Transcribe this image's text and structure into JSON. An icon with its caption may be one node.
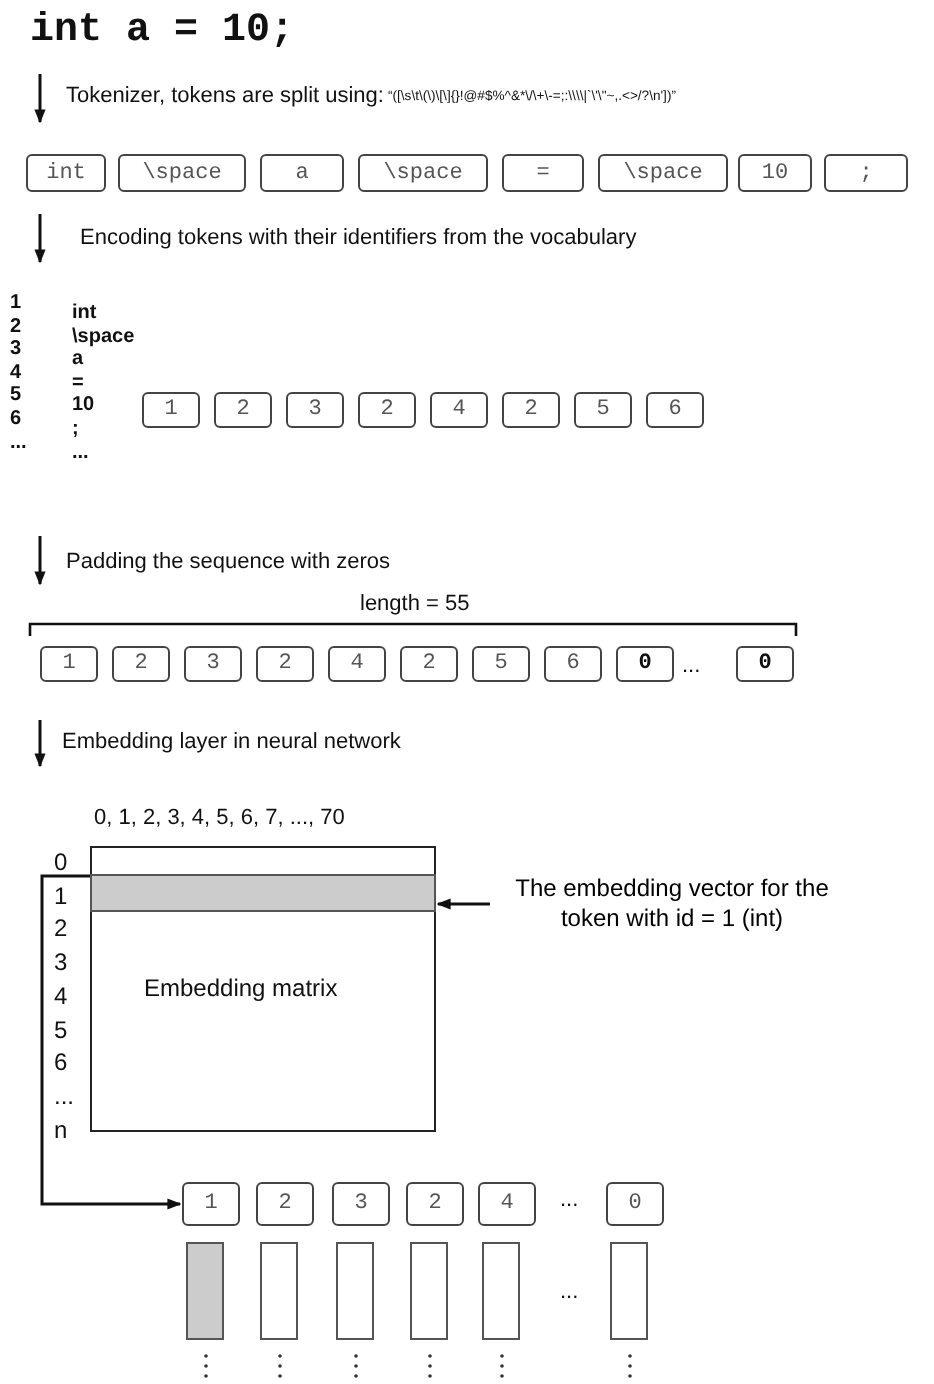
{
  "diagram": {
    "title": "int a = 10;",
    "nodes": [
      {
        "text": [
          "int"
        ]
      },
      {
        "text": [
          "\\space"
        ]
      },
      {
        "text": [
          "a"
        ]
      },
      {
        "text": [
          "\\space"
        ]
      },
      {
        "text": [
          "="
        ]
      },
      {
        "text": [
          "\\space"
        ]
      },
      {
        "text": [
          "10"
        ]
      },
      {
        "text": [
          ";"
        ]
      },
      {
        "text": [
          "1"
        ]
      },
      {
        "text": [
          "2"
        ]
      },
      {
        "text": [
          "3"
        ]
      },
      {
        "text": [
          "2"
        ]
      },
      {
        "text": [
          "4"
        ]
      },
      {
        "text": [
          "2"
        ]
      },
      {
        "text": [
          "5"
        ]
      },
      {
        "text": [
          "6"
        ]
      },
      {
        "text": [
          "1"
        ]
      },
      {
        "text": [
          "2"
        ]
      },
      {
        "text": [
          "3"
        ]
      },
      {
        "text": [
          "2"
        ]
      },
      {
        "text": [
          "4"
        ]
      },
      {
        "text": [
          "2"
        ]
      },
      {
        "text": [
          "5"
        ]
      },
      {
        "text": [
          "6"
        ]
      },
      {
        "text": [
          "0"
        ]
      },
      {
        "text": [
          "0"
        ]
      },
      {
        "text": [
          "Embedding matrix"
        ]
      },
      {
        "text": [],
        "shape": "bar",
        "in": 26
      },
      {
        "text": [
          "The embedding vector for the token with id = 1 (int)"
        ]
      },
      {
        "text": [
          "1"
        ]
      },
      {
        "text": [
          "2"
        ]
      },
      {
        "text": [
          "3"
        ]
      },
      {
        "text": [
          "2"
        ]
      },
      {
        "text": [
          "4"
        ]
      },
      {
        "text": [
          "0"
        ]
      },
      {
        "text": [],
        "shape": "bar"
      },
      {
        "text": [],
        "shape": "bar"
      },
      {
        "text": [],
        "shape": "bar"
      },
      {
        "text": [],
        "shape": "bar"
      },
      {
        "text": [],
        "shape": "bar"
      },
      {
        "text": [],
        "shape": "bar"
      }
    ],
    "edges": [
      {
        "from": 28,
        "to": 27,
        "arrow": "to"
      },
      {
        "from": 27,
        "to": 29,
        "arrow": "to"
      }
    ],
    "labels": [
      "Tokenizer, tokens are split using:",
      "“([\\s\\t\\(\\)\\[\\]{}!@#$%^&*\\/\\+\\-=;:\\\\\\\\|`\\'\\\"~,.<>/?\\n'])”",
      "Encoding tokens with their identifiers from the vocabulary",
      "1",
      "int",
      "2",
      "\\space",
      "3",
      "a",
      "4",
      "=",
      "5",
      "10",
      "6",
      ";",
      "...",
      "...",
      "Padding the sequence with zeros",
      "length = 55",
      "...",
      "Embedding layer in neural network",
      "0, 1, 2, 3, 4, 5, 6, 7, ..., 70",
      "0",
      "1",
      "2",
      "3",
      "4",
      "5",
      "6",
      "...",
      "n",
      "...",
      "..."
    ]
  }
}
